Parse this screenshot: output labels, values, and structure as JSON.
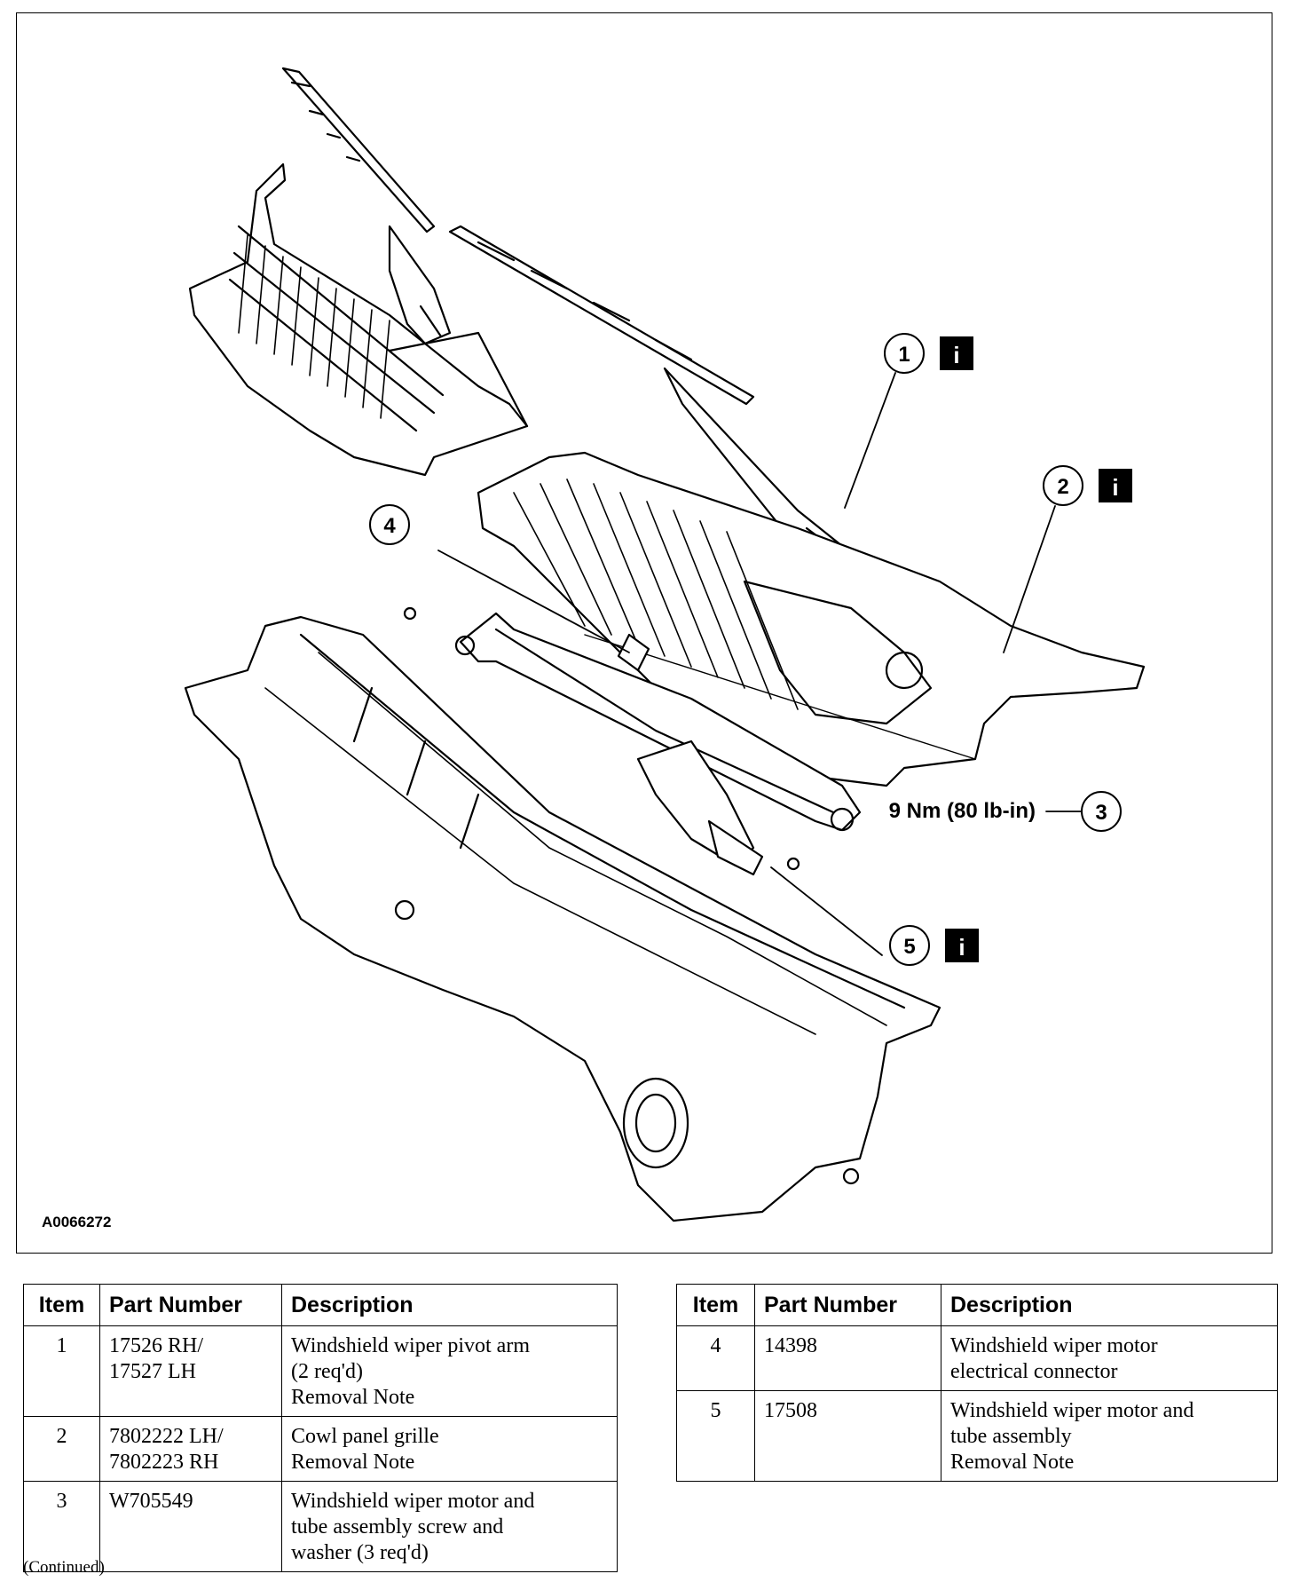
{
  "figure": {
    "id": "A0066272",
    "callouts": [
      {
        "number": "1",
        "info_icon": "i"
      },
      {
        "number": "2",
        "info_icon": "i"
      },
      {
        "number": "3",
        "info_icon": ""
      },
      {
        "number": "4",
        "info_icon": ""
      },
      {
        "number": "5",
        "info_icon": "i"
      }
    ],
    "torque_label": "9 Nm (80 lb-in)"
  },
  "tables": {
    "headers": {
      "item": "Item",
      "part_number": "Part Number",
      "description": "Description"
    },
    "left": [
      {
        "item": "1",
        "part_number": [
          "17526 RH/",
          "17527 LH"
        ],
        "description": [
          "Windshield wiper pivot arm",
          "(2 req'd)",
          "Removal Note"
        ]
      },
      {
        "item": "2",
        "part_number": [
          "7802222 LH/",
          "7802223 RH"
        ],
        "description": [
          "Cowl panel grille",
          "Removal Note"
        ]
      },
      {
        "item": "3",
        "part_number": [
          "W705549"
        ],
        "description": [
          "Windshield wiper motor and",
          "tube assembly screw and",
          "washer (3 req'd)"
        ]
      }
    ],
    "right": [
      {
        "item": "4",
        "part_number": [
          "14398"
        ],
        "description": [
          "Windshield wiper motor",
          "electrical connector"
        ]
      },
      {
        "item": "5",
        "part_number": [
          "17508"
        ],
        "description": [
          "Windshield wiper motor and",
          "tube assembly",
          "Removal Note"
        ]
      }
    ]
  },
  "footer": {
    "continued": "(Continued)"
  }
}
